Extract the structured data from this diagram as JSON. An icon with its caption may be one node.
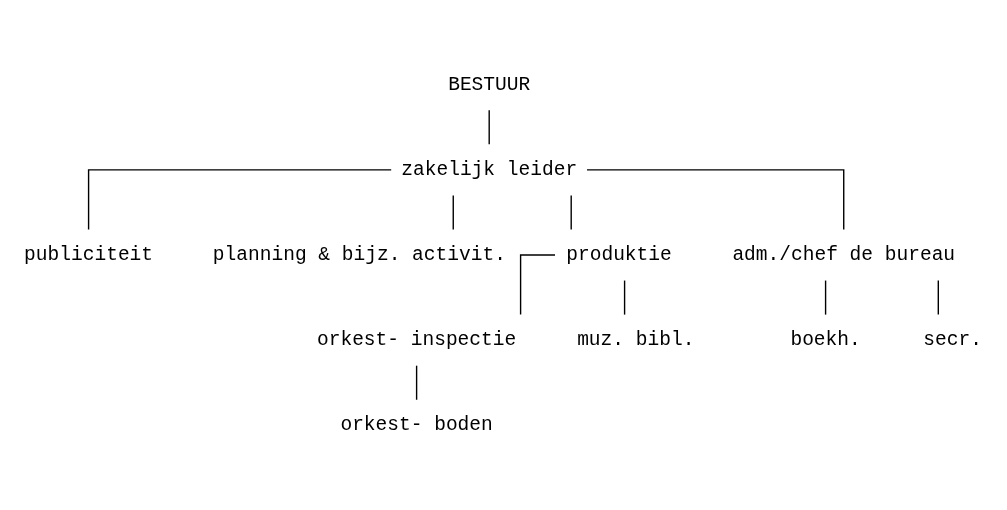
{
  "diagram": {
    "nodes": [
      {
        "text": [
          "BESTUUR"
        ]
      },
      {
        "text": [
          "zakelijk leider"
        ]
      },
      {
        "text": [
          "publiciteit"
        ]
      },
      {
        "text": [
          "planning & bijz. activit."
        ]
      },
      {
        "text": [
          "produktie"
        ]
      },
      {
        "text": [
          "adm./chef de bureau"
        ]
      },
      {
        "text": [
          "orkest- inspectie"
        ]
      },
      {
        "text": [
          "muz. bibl."
        ]
      },
      {
        "text": [
          "orkest- boden"
        ]
      },
      {
        "text": [
          "boekh."
        ]
      },
      {
        "text": [
          "secr."
        ]
      }
    ],
    "edges": [
      {
        "from": 0,
        "to": 1,
        "arrow": "none"
      },
      {
        "from": 1,
        "to": 2,
        "arrow": "none"
      },
      {
        "from": 1,
        "to": 3,
        "arrow": "none"
      },
      {
        "from": 1,
        "to": 4,
        "arrow": "none"
      },
      {
        "from": 1,
        "to": 5,
        "arrow": "none"
      },
      {
        "from": 4,
        "to": 6,
        "arrow": "none"
      },
      {
        "from": 4,
        "to": 7,
        "arrow": "none"
      },
      {
        "from": 6,
        "to": 8,
        "arrow": "none"
      },
      {
        "from": 5,
        "to": 9,
        "arrow": "none"
      },
      {
        "from": 5,
        "to": 10,
        "arrow": "none"
      }
    ]
  }
}
